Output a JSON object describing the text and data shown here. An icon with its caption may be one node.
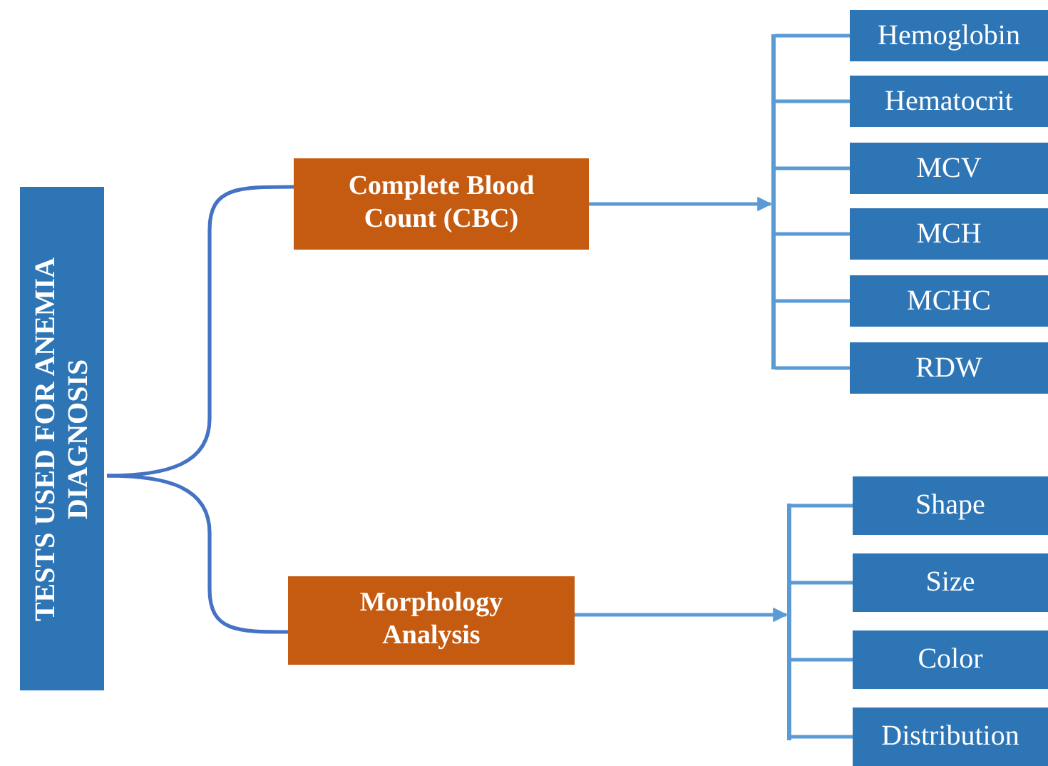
{
  "diagram": {
    "nodes": [
      {
        "text": [
          "TESTS USED FOR ANEMIA DIAGNOSIS"
        ]
      },
      {
        "text": [
          "Complete Blood Count (CBC)"
        ]
      },
      {
        "text": [
          "Morphology Analysis"
        ]
      },
      {
        "text": [
          "Hemoglobin"
        ]
      },
      {
        "text": [
          "Hematocrit"
        ]
      },
      {
        "text": [
          "MCV"
        ]
      },
      {
        "text": [
          "MCH"
        ]
      },
      {
        "text": [
          "MCHC"
        ]
      },
      {
        "text": [
          "RDW"
        ]
      },
      {
        "text": [
          "Shape"
        ]
      },
      {
        "text": [
          "Size"
        ]
      },
      {
        "text": [
          "Color"
        ]
      },
      {
        "text": [
          "Distribution"
        ]
      },
      {
        "text": [],
        "shape": "bar"
      },
      {
        "text": [],
        "shape": "bar"
      }
    ],
    "edges": [
      {
        "from": 0,
        "to": 1,
        "arrow": "none"
      },
      {
        "from": 0,
        "to": 2,
        "arrow": "none"
      },
      {
        "from": 1,
        "to": 13,
        "arrow": "to"
      },
      {
        "from": 13,
        "to": 3,
        "arrow": "none"
      },
      {
        "from": 13,
        "to": 4,
        "arrow": "none"
      },
      {
        "from": 13,
        "to": 5,
        "arrow": "none"
      },
      {
        "from": 13,
        "to": 6,
        "arrow": "none"
      },
      {
        "from": 13,
        "to": 7,
        "arrow": "none"
      },
      {
        "from": 13,
        "to": 8,
        "arrow": "none"
      },
      {
        "from": 2,
        "to": 14,
        "arrow": "to"
      },
      {
        "from": 14,
        "to": 9,
        "arrow": "none"
      },
      {
        "from": 14,
        "to": 10,
        "arrow": "none"
      },
      {
        "from": 14,
        "to": 11,
        "arrow": "none"
      },
      {
        "from": 14,
        "to": 12,
        "arrow": "none"
      }
    ]
  }
}
